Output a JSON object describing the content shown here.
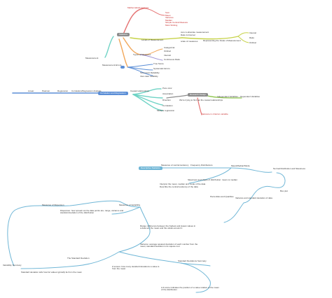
{
  "colors": {
    "root_node": "#8d8d8d",
    "blue_node": "#5b8ed6",
    "gray_node": "#8c8c8c",
    "red_branch": "#e57373",
    "orange_branch": "#f1a75a",
    "olive_branch": "#c7d34a",
    "purple_branch": "#9b8fd4",
    "teal_branch": "#6fd3c5",
    "blue_branch": "#5b8ed6",
    "green_branch": "#8bc34a"
  },
  "map1": {
    "root": "Statistics",
    "math_measure": "Mathematical measure",
    "measures": [
      "Sum",
      "Mean",
      "Variance",
      "Median",
      "Simple Central Measure",
      "Most Striking"
    ],
    "levels": "Levels of Measurement",
    "levels_children": [
      "zero is absolute measurement",
      "Ratio & Interval",
      "scale of measures"
    ],
    "types": "Types of Measures",
    "types_children": [
      "Categorical",
      "Ordinal",
      "Interval",
      "Continuous Ratio"
    ],
    "measurement": "Measurement",
    "measurement_errors": "Measurement Errors",
    "far_label": "Representing the Scale of Measurement",
    "far_children": [
      "Interval",
      "Ratio",
      "Ordinal"
    ],
    "error_children": [
      "True Score",
      "Systematic Errors",
      "Test-retest Reliability",
      "Inter-rater reliability"
    ]
  },
  "map2": {
    "blue_node": "Correlation and Regression",
    "line_left": [
      "Linear",
      "Pearson",
      "Regression",
      "Correlation/Regression Analysis"
    ],
    "center_top": "Causal relationships",
    "gray_node": "Research Design",
    "children": [
      "Pure vs/or",
      "Association",
      "Direction",
      "Correlation",
      "Multiple regression"
    ],
    "right_label": "Independent Variables – Dependent Variables",
    "red_label": "Variance in criterion variable",
    "mid_label": "We're trying to find out the causal relationships"
  },
  "map3": {
    "root": "Descriptive Statistics",
    "top_labels": [
      "Measures of central tendency",
      "Frequency Distributions"
    ],
    "right_top": "Mean/Median/Mode",
    "right_side": "Normal Distribution and Skewness",
    "upper_mid": "Skewness and shape of distribution: mean vs median",
    "note1": "Interpret the mean, median and mode of the data",
    "note2": "Describe the central tendency of the data",
    "note3": "Percentiles and Quartiles",
    "right_note": "Box plot",
    "right_note2": "Variance and standard deviation of data",
    "left_note": "Measures of Dispersion",
    "mid_label": "Measures of Variability",
    "side_text": "Dispersion: how spread out the data points are; range, variance and standard deviation of the distribution",
    "center_text": "Range: difference between the highest and lowest values in a data set; the mean and the values around it",
    "lower_text": "Variance: average squared deviation of each number from the mean; standard deviation is its square root",
    "bottom_left": "Standard deviation tells how far values typically lie from the mean",
    "bottom_mid": "The Standard Deviation",
    "bottom_note": "Standard Deviations Summary",
    "bottom_right": "Z-scores: how many standard deviations a value is from the mean",
    "summary_left": "Variability Summary",
    "bottom_tiny": "A Z-score indicates the position of a value relative to the mean of the distribution"
  }
}
